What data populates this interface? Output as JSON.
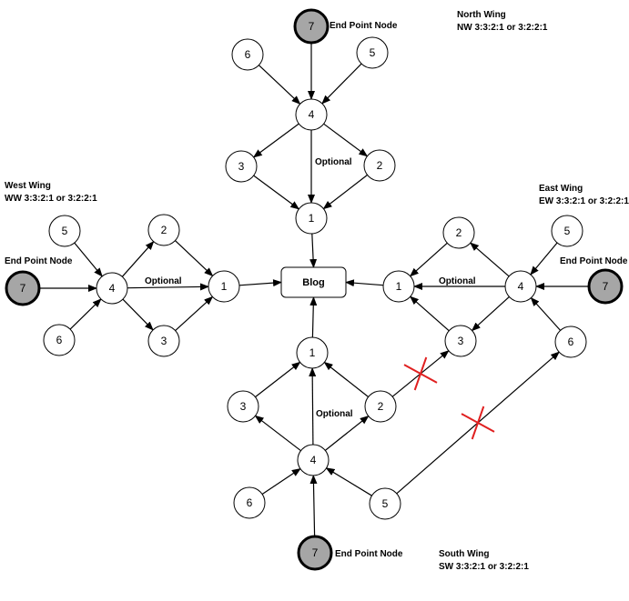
{
  "colors": {
    "node_fill": "#ffffff",
    "endpoint_fill": "#a6a6a6",
    "stroke": "#000000",
    "cross": "#e02020"
  },
  "labels": {
    "blog": "Blog",
    "end_point_node": "End Point Node",
    "optional": "Optional"
  },
  "wings": {
    "north": {
      "title": "North Wing",
      "ratio": "NW 3:3:2:1 or 3:2:2:1"
    },
    "west": {
      "title": "West Wing",
      "ratio": "WW 3:3:2:1 or 3:2:2:1"
    },
    "east": {
      "title": "East Wing",
      "ratio": "EW 3:3:2:1 or 3:2:2:1"
    },
    "south": {
      "title": "South Wing",
      "ratio": "SW 3:3:2:1 or 3:2:2:1"
    }
  },
  "nodes": [
    {
      "id": "n7",
      "label": "7",
      "endpoint": true
    },
    {
      "id": "n6",
      "label": "6"
    },
    {
      "id": "n5",
      "label": "5"
    },
    {
      "id": "n4",
      "label": "4"
    },
    {
      "id": "n3",
      "label": "3"
    },
    {
      "id": "n2",
      "label": "2"
    },
    {
      "id": "n1",
      "label": "1"
    },
    {
      "id": "w5",
      "label": "5"
    },
    {
      "id": "w7",
      "label": "7",
      "endpoint": true
    },
    {
      "id": "w6",
      "label": "6"
    },
    {
      "id": "w4",
      "label": "4"
    },
    {
      "id": "w2",
      "label": "2"
    },
    {
      "id": "w3",
      "label": "3"
    },
    {
      "id": "w1",
      "label": "1"
    },
    {
      "id": "e2",
      "label": "2"
    },
    {
      "id": "e5",
      "label": "5"
    },
    {
      "id": "e4",
      "label": "4"
    },
    {
      "id": "e7",
      "label": "7",
      "endpoint": true
    },
    {
      "id": "e1",
      "label": "1"
    },
    {
      "id": "e3",
      "label": "3"
    },
    {
      "id": "e6",
      "label": "6"
    },
    {
      "id": "s1",
      "label": "1"
    },
    {
      "id": "s3",
      "label": "3"
    },
    {
      "id": "s2",
      "label": "2"
    },
    {
      "id": "s4",
      "label": "4"
    },
    {
      "id": "s6",
      "label": "6"
    },
    {
      "id": "s5",
      "label": "5"
    },
    {
      "id": "s7",
      "label": "7",
      "endpoint": true
    }
  ],
  "edges": [
    {
      "from": "n7",
      "to": "n4"
    },
    {
      "from": "n6",
      "to": "n4"
    },
    {
      "from": "n5",
      "to": "n4"
    },
    {
      "from": "n4",
      "to": "n3"
    },
    {
      "from": "n4",
      "to": "n2"
    },
    {
      "from": "n4",
      "to": "n1"
    },
    {
      "from": "n3",
      "to": "n1"
    },
    {
      "from": "n2",
      "to": "n1"
    },
    {
      "from": "n1",
      "to": "blog"
    },
    {
      "from": "w7",
      "to": "w4"
    },
    {
      "from": "w5",
      "to": "w4"
    },
    {
      "from": "w6",
      "to": "w4"
    },
    {
      "from": "w4",
      "to": "w2"
    },
    {
      "from": "w4",
      "to": "w3"
    },
    {
      "from": "w4",
      "to": "w1"
    },
    {
      "from": "w2",
      "to": "w1"
    },
    {
      "from": "w3",
      "to": "w1"
    },
    {
      "from": "w1",
      "to": "blog"
    },
    {
      "from": "e7",
      "to": "e4"
    },
    {
      "from": "e5",
      "to": "e4"
    },
    {
      "from": "e6",
      "to": "e4"
    },
    {
      "from": "e4",
      "to": "e2"
    },
    {
      "from": "e4",
      "to": "e3"
    },
    {
      "from": "e4",
      "to": "e1"
    },
    {
      "from": "e2",
      "to": "e1"
    },
    {
      "from": "e3",
      "to": "e1"
    },
    {
      "from": "e1",
      "to": "blog"
    },
    {
      "from": "s7",
      "to": "s4"
    },
    {
      "from": "s6",
      "to": "s4"
    },
    {
      "from": "s5",
      "to": "s4"
    },
    {
      "from": "s4",
      "to": "s3"
    },
    {
      "from": "s4",
      "to": "s2"
    },
    {
      "from": "s4",
      "to": "s1"
    },
    {
      "from": "s3",
      "to": "s1"
    },
    {
      "from": "s2",
      "to": "s1"
    },
    {
      "from": "s1",
      "to": "blog"
    },
    {
      "from": "s2",
      "to": "e3",
      "crossed": true
    },
    {
      "from": "s5",
      "to": "e6",
      "crossed": true
    }
  ]
}
